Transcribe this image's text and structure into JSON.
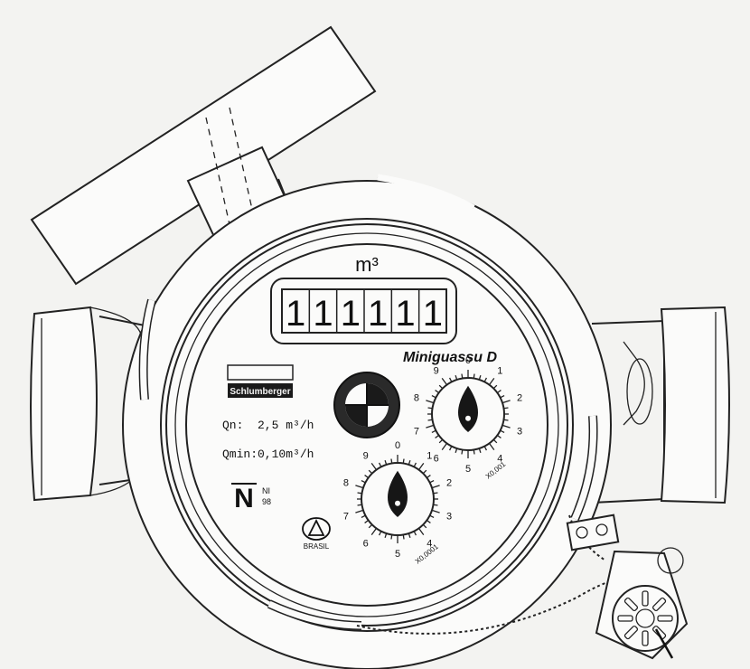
{
  "unit_label": "m³",
  "register_digits": [
    "1",
    "1",
    "1",
    "1",
    "1",
    "1"
  ],
  "model_name": "Miniguassu D",
  "brand_badge": "Schlumberger",
  "spec_qn": "Qn:  2,5 m³/h",
  "spec_qmin": "Qmin:0,10m³/h",
  "cert_mark": "N",
  "cert_code_top": "NI",
  "cert_code_bottom": "98",
  "origin_label": "BRASIL",
  "dial_upper": {
    "numbers": [
      "0",
      "1",
      "2",
      "3",
      "4",
      "5",
      "6",
      "7",
      "8",
      "9"
    ],
    "factor_label": "X0,001"
  },
  "dial_lower": {
    "numbers": [
      "0",
      "1",
      "2",
      "3",
      "4",
      "5",
      "6",
      "7",
      "8",
      "9"
    ],
    "factor_label": "X0,0001"
  }
}
